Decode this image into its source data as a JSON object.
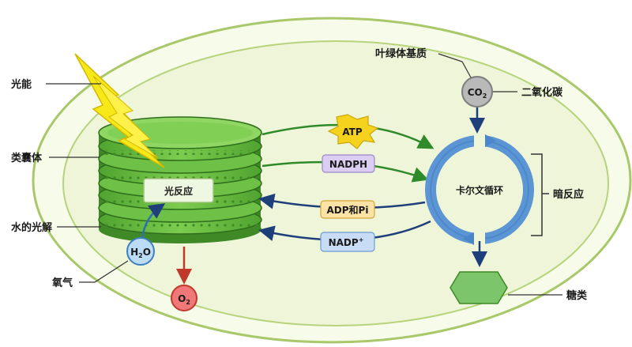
{
  "labels": {
    "light_energy": "光能",
    "thylakoid": "类囊体",
    "water_photolysis": "水的光解",
    "oxygen": "氧气",
    "stroma": "叶绿体基质",
    "carbon_dioxide": "二氧化碳",
    "dark_reaction": "暗反应",
    "sugar": "糖类"
  },
  "light_reaction_box": "光反应",
  "calvin_cycle": "卡尔文循环",
  "molecules": {
    "atp": "ATP",
    "nadph": "NADPH",
    "adp_pi": "ADP和Pi",
    "nadp_base": "NADP",
    "nadp_sup": "+",
    "h2o_h": "H",
    "h2o_sub": "2",
    "h2o_o": "O",
    "o2_o": "O",
    "o2_sub": "2",
    "co2_co": "CO",
    "co2_sub": "2"
  },
  "colors": {
    "chloroplast_fill": "#eef5d8",
    "chloroplast_border": "#9fc25a",
    "thylakoid_green": "#5cb23a",
    "thylakoid_dark": "#3f8a26",
    "atp_yellow": "#f5d21e",
    "nadph_purple": "#d9c8f0",
    "adp_orange": "#fbe3a6",
    "nadp_blue": "#c8ddf5",
    "cycle_blue": "#4a86c8",
    "arrow_green": "#2f8a2a",
    "arrow_navy": "#1f3f7a",
    "o2_red": "#e35a5a",
    "h2o_blue": "#9cc8ef",
    "sugar_green": "#7cc56a"
  }
}
